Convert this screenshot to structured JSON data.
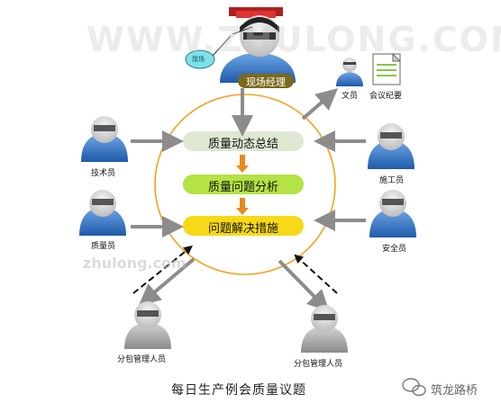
{
  "watermark_top": "WWW.ZHULONG.COM",
  "watermark_mid": "zhulong.com",
  "manager_tag": "现场经理",
  "bubble_text": "现场",
  "steps": [
    "质量动态总结",
    "质量问题分析",
    "问题解决措施"
  ],
  "roles": {
    "clerk": "文员",
    "minutes": "会议纪要",
    "tech": "技术员",
    "construction": "施工员",
    "quality": "质量员",
    "safety": "安全员",
    "sub_left": "分包管理人员",
    "sub_right": "分包管理人员"
  },
  "caption": "每日生产例会质量议题",
  "logo_text": "筑龙路桥",
  "colors": {
    "circle": "#f5a01e",
    "person_blue": "#3a78c8",
    "person_gray": "#9a9a9a",
    "step1": "#dfe8d2",
    "step2": "#b5e244",
    "step3": "#f7d917",
    "arrow": "#8c8c8c"
  }
}
